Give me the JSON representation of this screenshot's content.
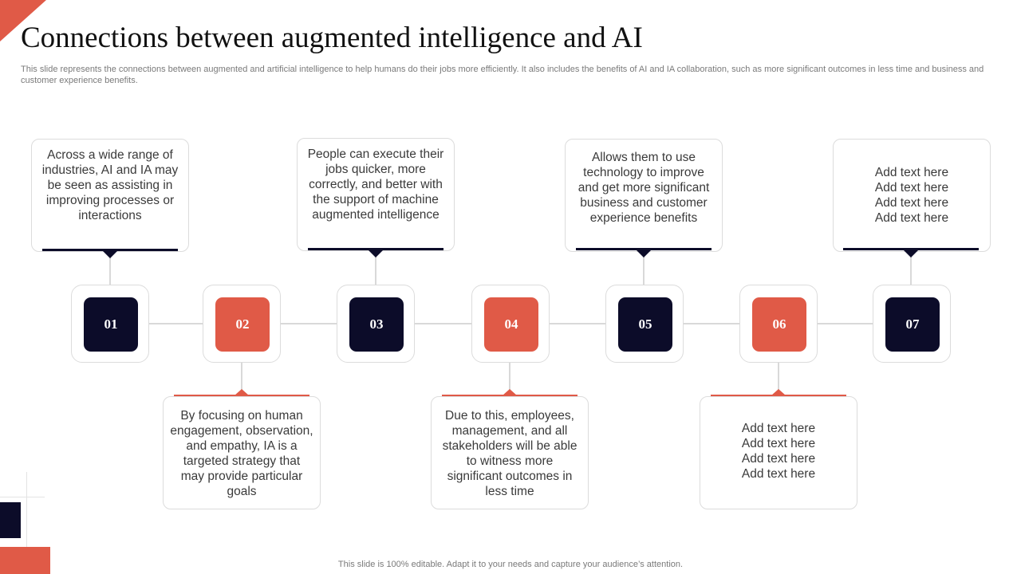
{
  "title": "Connections between augmented intelligence and AI",
  "subtitle": "This slide represents the connections between augmented and artificial intelligence to help humans do their jobs more efficiently. It also includes the benefits of AI and IA collaboration, such as more significant outcomes in less time and business and customer experience benefits.",
  "footer": "This slide is 100% editable. Adapt it to your needs and capture your audience’s attention.",
  "colors": {
    "navy": "#0c0c29",
    "accent": "#e05a47"
  },
  "steps": [
    {
      "number": "01",
      "color": "navy"
    },
    {
      "number": "02",
      "color": "accent"
    },
    {
      "number": "03",
      "color": "navy"
    },
    {
      "number": "04",
      "color": "accent"
    },
    {
      "number": "05",
      "color": "navy"
    },
    {
      "number": "06",
      "color": "accent"
    },
    {
      "number": "07",
      "color": "navy"
    }
  ],
  "cards": {
    "c1": "Across a wide range of industries, AI and IA may be seen as assisting in improving processes or interactions",
    "c2": "By focusing on human engagement, observation, and empathy, IA is a targeted strategy that may provide particular goals",
    "c3": "People can execute their jobs quicker, more correctly, and better with the support of machine augmented intelligence",
    "c4": "Due to this, employees, management, and all stakeholders will be able to witness more significant outcomes in less time",
    "c5": "Allows them to use technology to improve and get more significant business and customer experience benefits",
    "c6": "Add text here\nAdd text here\nAdd text here\nAdd text here",
    "c7": "Add text here\nAdd text here\nAdd text here\nAdd text here"
  }
}
